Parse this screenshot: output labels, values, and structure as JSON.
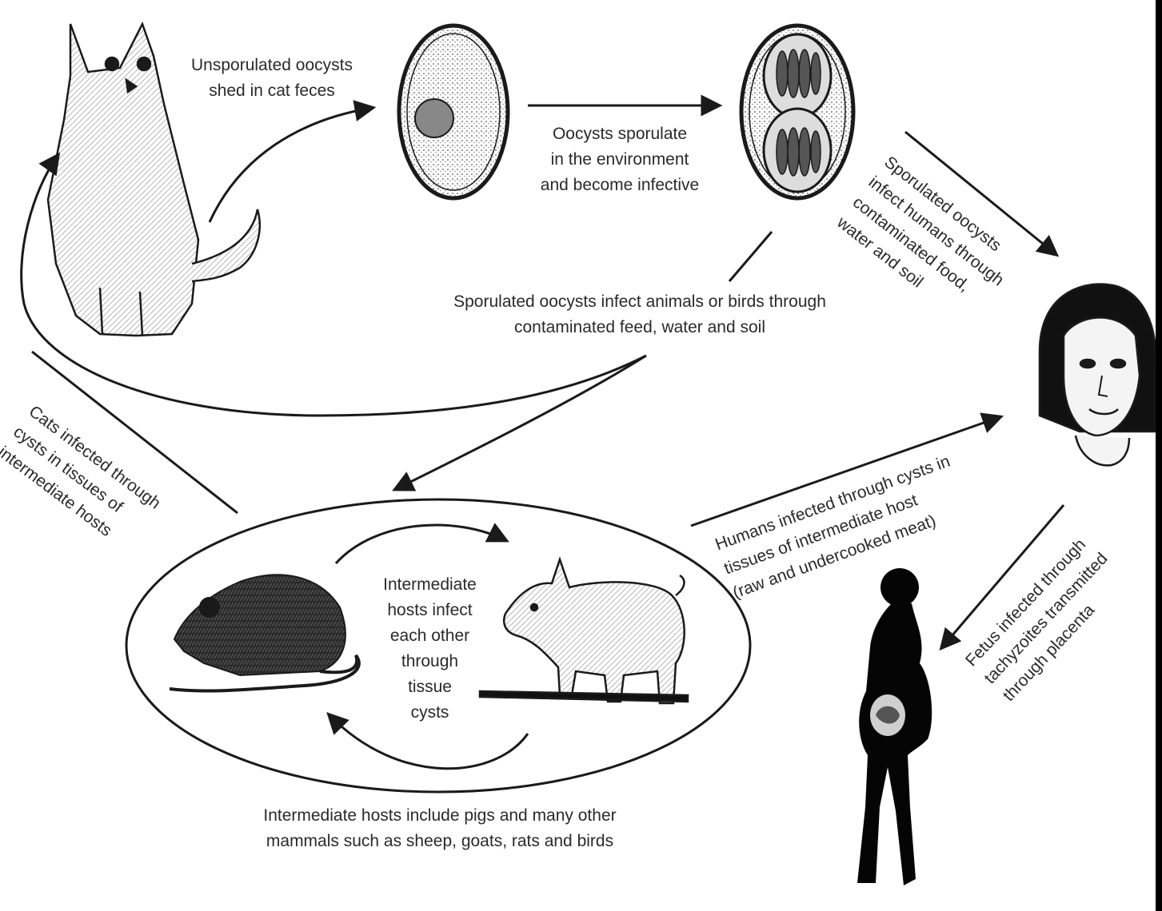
{
  "labels": {
    "cat_shed": "Unsporulated oocysts\nshed in cat feces",
    "sporulate": "Oocysts sporulate\nin the environment\nand become infective",
    "animals_infected": "Sporulated oocysts infect animals or birds through\ncontaminated feed, water and soil",
    "humans_oocysts": "Sporulated oocysts\ninfect humans through\ncontaminated food,\nwater and soil",
    "cats_infected": "Cats infected through\ncysts in tissues of\nintermediate hosts",
    "intermediate_each_other": "Intermediate\nhosts infect\neach other\nthrough\ntissue\ncysts",
    "humans_cysts": "Humans infected through cysts in\ntissues of intermediate host\n(raw and undercooked meat)",
    "fetus": "Fetus infected through\ntachyzoites transmitted\nthrough placenta",
    "intermediate_hosts": "Intermediate hosts include pigs and many other\nmammals such as sheep, goats, rats and birds"
  },
  "colors": {
    "ink": "#1a1a1a",
    "paper": "#ffffff",
    "frame": "#000000"
  },
  "icons": [
    "cat-illustration",
    "unsporulated-oocyst-icon",
    "sporulated-oocyst-icon",
    "woman-face-illustration",
    "rat-illustration",
    "pig-illustration",
    "pregnant-woman-silhouette"
  ]
}
